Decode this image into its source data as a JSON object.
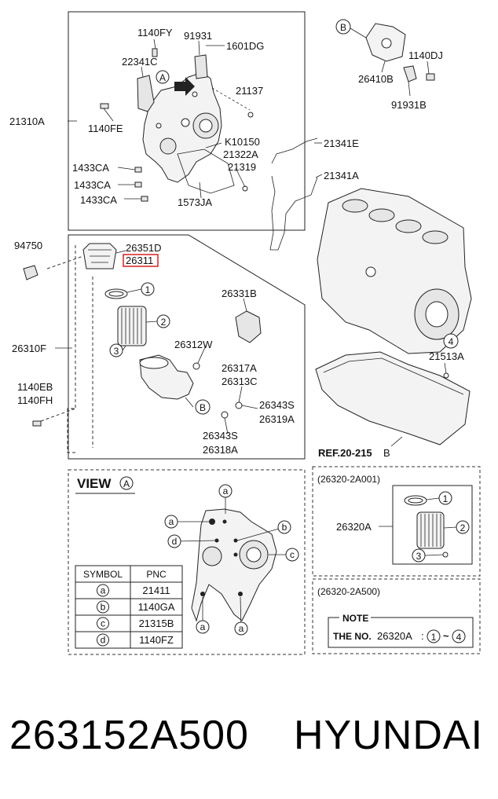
{
  "labels": {
    "l_21310A": "21310A",
    "l_1140FY": "1140FY",
    "l_91931": "91931",
    "l_1601DG": "1601DG",
    "l_22341C": "22341C",
    "l_A": "A",
    "l_21137": "21137",
    "l_1140FE": "1140FE",
    "l_K10150": "K10150",
    "l_21322A": "21322A",
    "l_21319": "21319",
    "l_1433CA_1": "1433CA",
    "l_1433CA_2": "1433CA",
    "l_1433CA_3": "1433CA",
    "l_1573JA": "1573JA",
    "l_B_top": "B",
    "l_1140DJ": "1140DJ",
    "l_26410B": "26410B",
    "l_91931B": "91931B",
    "l_21341E": "21341E",
    "l_21341A": "21341A",
    "l_94750": "94750",
    "l_26351D": "26351D",
    "l_26311": "26311",
    "l_26310F": "26310F",
    "l_26331B": "26331B",
    "l_26312W": "26312W",
    "l_26317A": "26317A",
    "l_26313C": "26313C",
    "l_26343S_1": "26343S",
    "l_26319A": "26319A",
    "l_26343S_2": "26343S",
    "l_26318A": "26318A",
    "l_1140EB": "1140EB",
    "l_1140FH": "1140FH",
    "l_B_mid": "B",
    "l_4": "4",
    "l_21513A": "21513A",
    "l_ref": "REF.20-215",
    "l_ref_B": "B",
    "num_1": "1",
    "num_2": "2",
    "num_3": "3"
  },
  "view_a": {
    "title": "VIEW",
    "title_letter": "A",
    "callouts": [
      "a",
      "a",
      "b",
      "d",
      "c",
      "a",
      "a"
    ],
    "table": {
      "headers": [
        "SYMBOL",
        "PNC"
      ],
      "rows": [
        {
          "symbol": "a",
          "pnc": "21411"
        },
        {
          "symbol": "b",
          "pnc": "1140GA"
        },
        {
          "symbol": "c",
          "pnc": "21315B"
        },
        {
          "symbol": "d",
          "pnc": "1140FZ"
        }
      ]
    }
  },
  "kit1": {
    "code": "(26320-2A001)",
    "pnc": "26320A",
    "items": [
      "1",
      "2",
      "3"
    ]
  },
  "kit2": {
    "code": "(26320-2A500)",
    "note_title": "NOTE",
    "note_prefix": "THE NO.",
    "note_pnc": "26320A",
    "note_sep": ":",
    "note_from": "1",
    "note_tilde": "~",
    "note_to": "4"
  },
  "footer": {
    "part_number": "263152A500",
    "brand": "HYUNDAI"
  },
  "colors": {
    "highlight": "#d62020",
    "line": "#222222"
  }
}
